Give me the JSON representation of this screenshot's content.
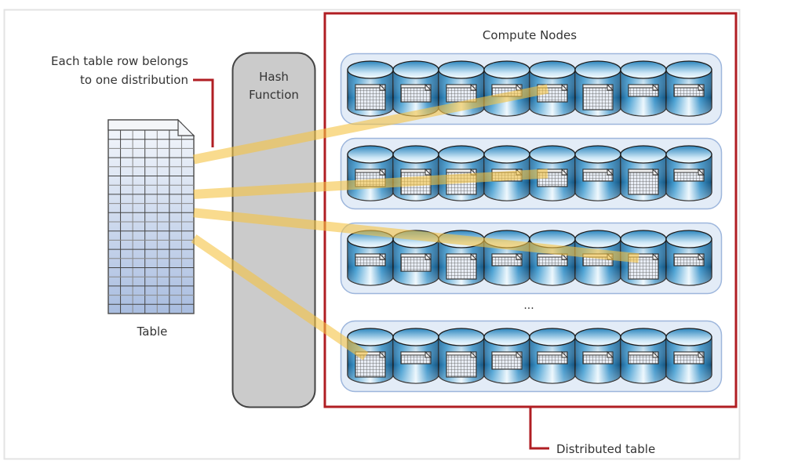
{
  "diagram": {
    "labels": {
      "callout_row_line1": "Each table row belongs",
      "callout_row_line2": "to one distribution",
      "hash_line1": "Hash",
      "hash_line2": "Function",
      "table": "Table",
      "compute_nodes": "Compute Nodes",
      "ellipsis": "...",
      "distributed_table": "Distributed table"
    },
    "colors": {
      "frame": "#e3e3e3",
      "callout_red": "#b01e23",
      "hash_fill": "#cbcbcb",
      "hash_stroke": "#444444",
      "panel_fill": "#e3ecf7",
      "panel_stroke": "#9db6dc",
      "cylinder_dark": "#1a6a9e",
      "cylinder_mid": "#3a93c9",
      "cylinder_light": "#eaf6fd",
      "flow_yellow": "#f5c342",
      "table_top": "#f3f6fb",
      "table_bottom": "#a9bde0"
    },
    "nodes_per_row": 8,
    "node_rows": [
      {
        "name": "compute-node-row-1",
        "slice_sizes": [
          "large",
          "medium",
          "medium",
          "small",
          "medium",
          "large",
          "small",
          "small"
        ]
      },
      {
        "name": "compute-node-row-2",
        "slice_sizes": [
          "medium",
          "large",
          "large",
          "small",
          "medium",
          "small",
          "large",
          "small"
        ]
      },
      {
        "name": "compute-node-row-3",
        "slice_sizes": [
          "small",
          "medium",
          "large",
          "small",
          "small",
          "small",
          "large",
          "small"
        ]
      },
      {
        "name": "compute-node-row-4",
        "slice_sizes": [
          "large",
          "small",
          "large",
          "medium",
          "small",
          "small",
          "small",
          "small"
        ]
      }
    ],
    "flows": [
      {
        "from_table_row_fraction": 0.16,
        "to_row": 1,
        "to_node": 5
      },
      {
        "from_table_row_fraction": 0.35,
        "to_row": 2,
        "to_node": 5
      },
      {
        "from_table_row_fraction": 0.45,
        "to_row": 3,
        "to_node": 7
      },
      {
        "from_table_row_fraction": 0.59,
        "to_row": 4,
        "to_node": 1
      }
    ]
  }
}
